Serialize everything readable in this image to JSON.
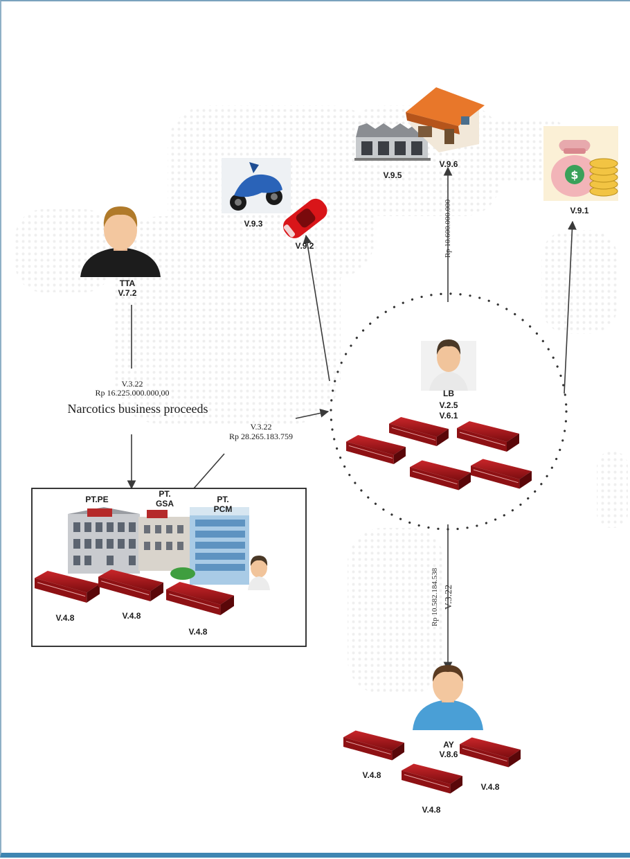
{
  "nodes": {
    "tta": {
      "name": "TTA",
      "code": "V.7.2"
    },
    "lb": {
      "name": "LB",
      "code1": "V.2.5",
      "code2": "V.6.1"
    },
    "ay": {
      "name": "AY",
      "code": "V.8.6"
    }
  },
  "assets": {
    "motorcycle": "V.9.3",
    "car": "V.9.2",
    "warehouse": "V.9.5",
    "house": "V.9.6",
    "money": "V.9.1"
  },
  "companies": {
    "pe": "PT.PE",
    "gsa": [
      "PT.",
      "GSA"
    ],
    "pcm": [
      "PT.",
      "PCM"
    ],
    "bank_labels": [
      "V.4.8",
      "V.4.8",
      "V.4.8"
    ]
  },
  "ay_bank_labels": [
    "V.4.8",
    "V.4.8",
    "V.4.8"
  ],
  "flows": {
    "tta_to_companies": {
      "code": "V.3.22",
      "amount": "Rp 16.225.000.000,00",
      "note": "Narcotics business proceeds"
    },
    "companies_to_lb": {
      "code": "V.3.22",
      "amount": "Rp 28.265.183.759"
    },
    "lb_to_house": {
      "amount": "Rp 10.600.000.000"
    },
    "lb_to_ay": {
      "amount": "Rp 10.582.184.538",
      "code": "V.3.22"
    }
  },
  "icons": [
    "person-icon",
    "motorcycle-icon",
    "car-icon",
    "warehouse-icon",
    "house-icon",
    "money-bag-icon",
    "office-building-icon",
    "bank-book-icon"
  ]
}
